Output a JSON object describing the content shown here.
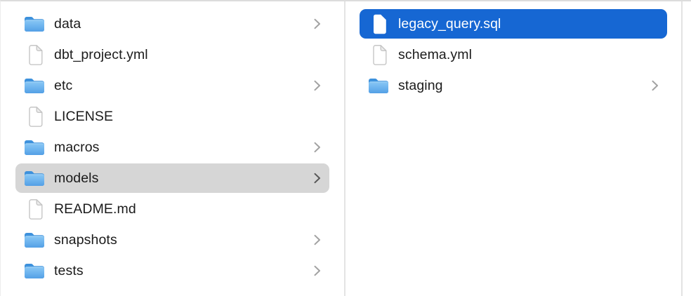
{
  "window": {
    "kind": "file-browser-column-view"
  },
  "colors": {
    "selection_blue": "#1667d3",
    "selection_gray": "#d6d6d6",
    "text": "#1b1b1b",
    "selected_text": "#ffffff",
    "divider": "#e3e3e3",
    "chevron": "#a2a2a2",
    "chevron_on_gray": "#575757",
    "folder_blue": "#6ab2ec"
  },
  "columns": [
    {
      "id": "parent",
      "items": [
        {
          "label": "data",
          "icon": "folder-icon",
          "chevron": true,
          "selected": null
        },
        {
          "label": "dbt_project.yml",
          "icon": "file-icon",
          "chevron": false,
          "selected": null
        },
        {
          "label": "etc",
          "icon": "folder-icon",
          "chevron": true,
          "selected": null
        },
        {
          "label": "LICENSE",
          "icon": "file-icon",
          "chevron": false,
          "selected": null
        },
        {
          "label": "macros",
          "icon": "folder-icon",
          "chevron": true,
          "selected": null
        },
        {
          "label": "models",
          "icon": "folder-icon",
          "chevron": true,
          "selected": "gray"
        },
        {
          "label": "README.md",
          "icon": "file-icon",
          "chevron": false,
          "selected": null
        },
        {
          "label": "snapshots",
          "icon": "folder-icon",
          "chevron": true,
          "selected": null
        },
        {
          "label": "tests",
          "icon": "folder-icon",
          "chevron": true,
          "selected": null
        }
      ]
    },
    {
      "id": "child",
      "items": [
        {
          "label": "legacy_query.sql",
          "icon": "file-icon",
          "chevron": false,
          "selected": "blue"
        },
        {
          "label": "schema.yml",
          "icon": "file-icon",
          "chevron": false,
          "selected": null
        },
        {
          "label": "staging",
          "icon": "folder-icon",
          "chevron": true,
          "selected": null
        }
      ]
    }
  ]
}
